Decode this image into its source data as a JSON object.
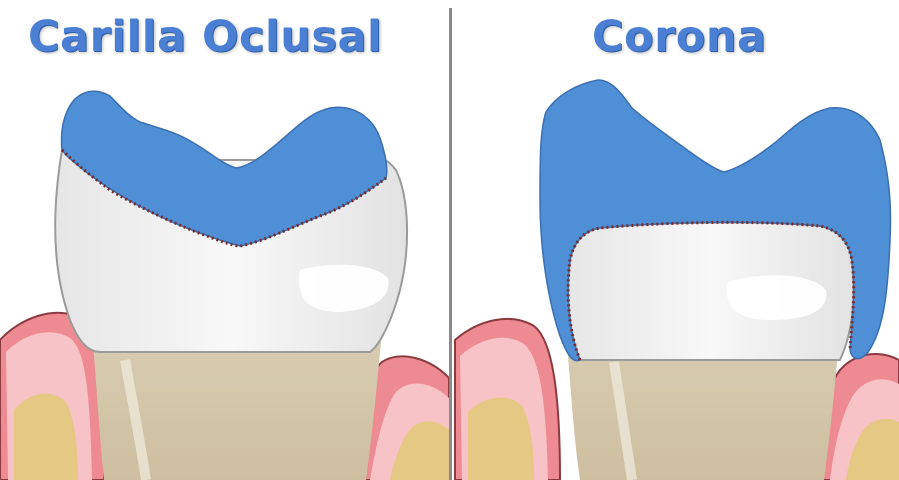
{
  "panels": [
    {
      "title": "Carilla Oclusal",
      "restoration": "onlay-occlusal-veneer"
    },
    {
      "title": "Corona",
      "restoration": "full-crown"
    }
  ],
  "colors": {
    "title": "#4a7fd4",
    "restoration": "#4f8fd6",
    "enamel": "#f1f1f1",
    "root": "#d9cdb3",
    "gum": "#ee8a92",
    "gum_light": "#f7c3c7",
    "bone": "#e4c883",
    "margin": "#7a2a2a"
  }
}
